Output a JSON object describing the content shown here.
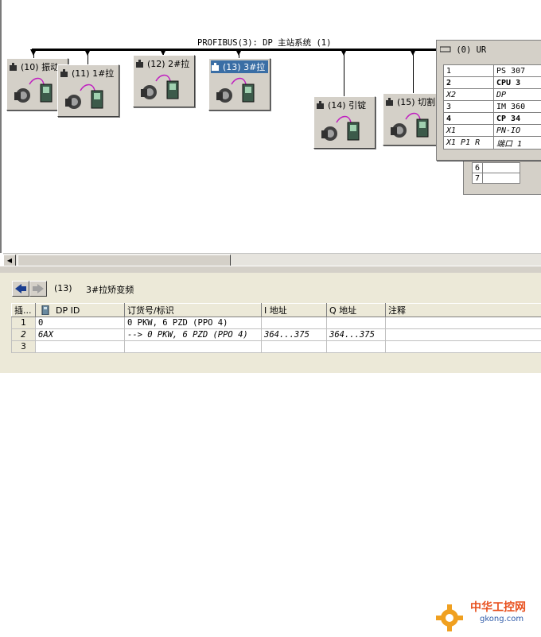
{
  "network": {
    "bus_label": "PROFIBUS(3): DP 主站系统 (1)"
  },
  "stations": [
    {
      "label": "(10) 振动",
      "selected": false
    },
    {
      "label": "(11) 1#拉",
      "selected": false
    },
    {
      "label": "(12) 2#拉",
      "selected": false
    },
    {
      "label": "(13) 3#拉",
      "selected": true
    },
    {
      "label": "(14) 引锭",
      "selected": false
    },
    {
      "label": "(15) 切割",
      "selected": false
    }
  ],
  "rack": {
    "title": "(0) UR",
    "rows": [
      {
        "slot": "1",
        "module": "PS 307",
        "bold": false,
        "italic": false
      },
      {
        "slot": "2",
        "module": "CPU 3",
        "bold": true,
        "italic": false
      },
      {
        "slot": "X2",
        "module": "DP",
        "bold": false,
        "italic": true
      },
      {
        "slot": "3",
        "module": "IM 360",
        "bold": false,
        "italic": false
      },
      {
        "slot": "4",
        "module": "CP 34",
        "bold": true,
        "italic": false
      },
      {
        "slot": "X1",
        "module": "PN-IO",
        "bold": false,
        "italic": true
      },
      {
        "slot": "X1 P1 R",
        "module": "端口 1",
        "bold": false,
        "italic": true
      }
    ],
    "rows2": [
      "6",
      "7"
    ]
  },
  "detail": {
    "station_number": "(13)",
    "station_name": "3#拉矫变频",
    "columns": [
      "插...",
      "DP ID",
      "订货号/标识",
      "I 地址",
      "Q 地址",
      "注释"
    ],
    "rows": [
      {
        "n": "1",
        "dpid": "0",
        "order": "0 PKW,  6 PZD  (PPO 4)",
        "i_addr": "",
        "q_addr": "",
        "comment": "",
        "sub": false
      },
      {
        "n": "2",
        "dpid": "6AX",
        "order": "--> 0 PKW,  6 PZD  (PPO 4)",
        "i_addr": "364...375",
        "q_addr": "364...375",
        "comment": "",
        "sub": true
      },
      {
        "n": "3",
        "dpid": "",
        "order": "",
        "i_addr": "",
        "q_addr": "",
        "comment": "",
        "sub": false
      }
    ]
  },
  "watermark": {
    "line1": "中华工控网",
    "line2": "gkong.com"
  },
  "colors": {
    "selection": "#3a6ea5",
    "panel": "#d4d0c8",
    "lower_bg": "#ece9d8"
  }
}
